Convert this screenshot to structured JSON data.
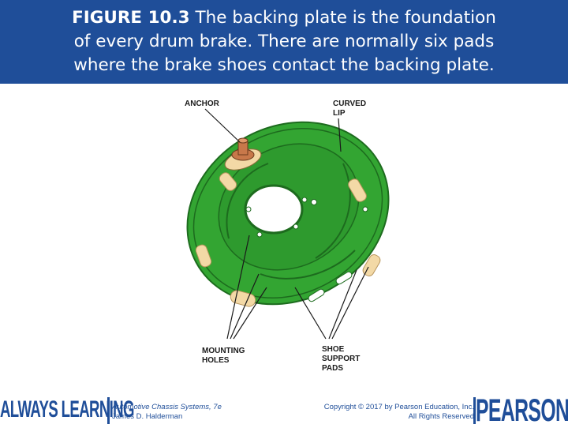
{
  "slide": {
    "figure_number": "FIGURE 10.3",
    "caption_line1": "The backing plate is the foundation",
    "caption_line2": "of every drum brake. There are normally six pads",
    "caption_line3": "where the brake shoes contact the backing plate."
  },
  "figure": {
    "labels": {
      "anchor": "ANCHOR",
      "curved_line1": "CURVED",
      "curved_line2": "LIP",
      "mounting_line1": "MOUNTING",
      "mounting_line2": "HOLES",
      "shoe_line1": "SHOE",
      "shoe_line2": "SUPPORT",
      "shoe_line3": "PADS"
    },
    "colors": {
      "plate": "#33a532",
      "plate_dark": "#1d6b1e",
      "pad": "#f3d9a6",
      "stud": "#c8784a"
    }
  },
  "footer": {
    "brand_line1": "ALWAYS",
    "brand_line2": "LEARNING",
    "book_title": "Automotive Chassis Systems, 7e",
    "book_author": "James D. Halderman",
    "copyright_line1": "Copyright © 2017 by Pearson Education, Inc.",
    "copyright_line2": "All Rights Reserved",
    "publisher": "PEARSON"
  }
}
